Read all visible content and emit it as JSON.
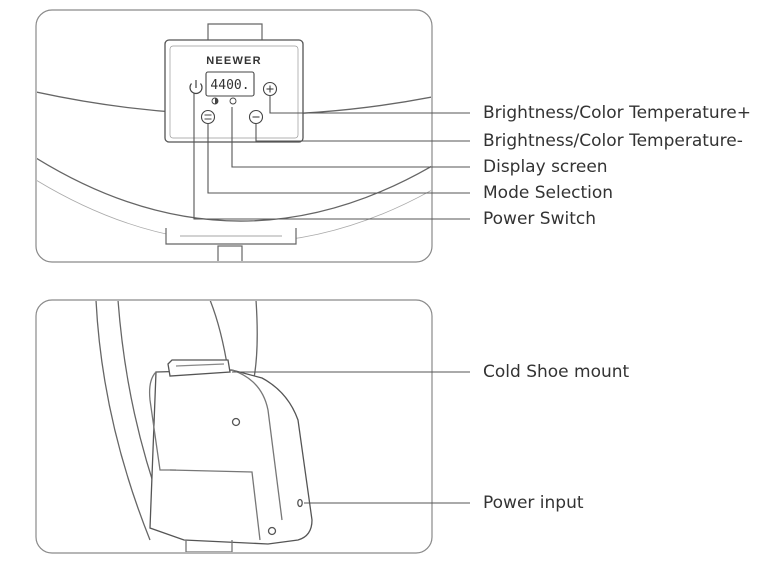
{
  "brand": "NEEWER",
  "display_value": "4400.",
  "colors": {
    "line": "#555555",
    "panel_border": "#8a8a8a",
    "text": "#333333"
  },
  "icons": [
    "power-icon",
    "plus-icon",
    "minus-icon",
    "mode-icon"
  ],
  "top_panel": {
    "callouts": [
      {
        "label": "Brightness/Color Temperature+"
      },
      {
        "label": "Brightness/Color Temperature-"
      },
      {
        "label": "Display screen"
      },
      {
        "label": "Mode Selection"
      },
      {
        "label": "Power Switch"
      }
    ]
  },
  "bottom_panel": {
    "callouts": [
      {
        "label": "Cold Shoe mount"
      },
      {
        "label": "Power input"
      }
    ]
  }
}
